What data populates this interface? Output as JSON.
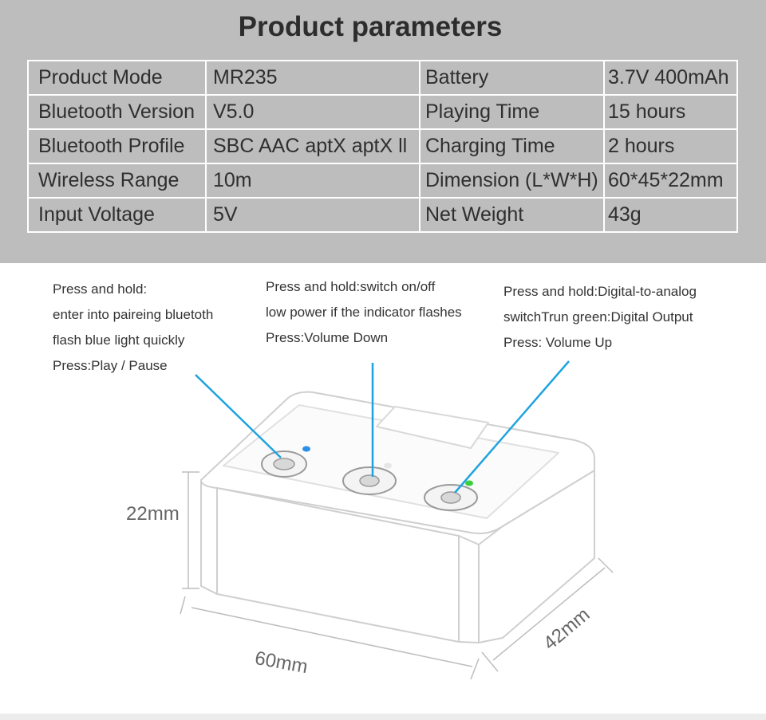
{
  "title": "Product parameters",
  "specs": [
    [
      "Product Mode",
      "MR235",
      "Battery",
      "3.7V 400mAh"
    ],
    [
      "Bluetooth Version",
      "V5.0",
      "Playing Time",
      "15 hours"
    ],
    [
      "Bluetooth Profile",
      "SBC AAC aptX aptX ll",
      "Charging Time",
      "2 hours"
    ],
    [
      "Wireless Range",
      "10m",
      "Dimension (L*W*H)",
      "60*45*22mm"
    ],
    [
      "Input Voltage",
      "5V",
      "Net Weight",
      "43g"
    ]
  ],
  "annotations": {
    "left": [
      "Press and hold:",
      "enter into paireing bluetoth",
      "flash blue light quickly",
      "Press:Play / Pause"
    ],
    "middle": [
      "Press and hold:switch on/off",
      "low power if the indicator flashes",
      "Press:Volume Down"
    ],
    "right": [
      "Press and hold:Digital-to-analog",
      "switchTrun green:Digital Output",
      "Press: Volume Up"
    ]
  },
  "dimensions": {
    "height": "22mm",
    "length": "60mm",
    "width": "42mm"
  },
  "colors": {
    "background_top": "#bdbdbd",
    "leader_line": "#1fa3e0",
    "led_blue": "#2b8fe8",
    "led_green": "#3ccf3c",
    "led_white": "#e6e6e6"
  }
}
